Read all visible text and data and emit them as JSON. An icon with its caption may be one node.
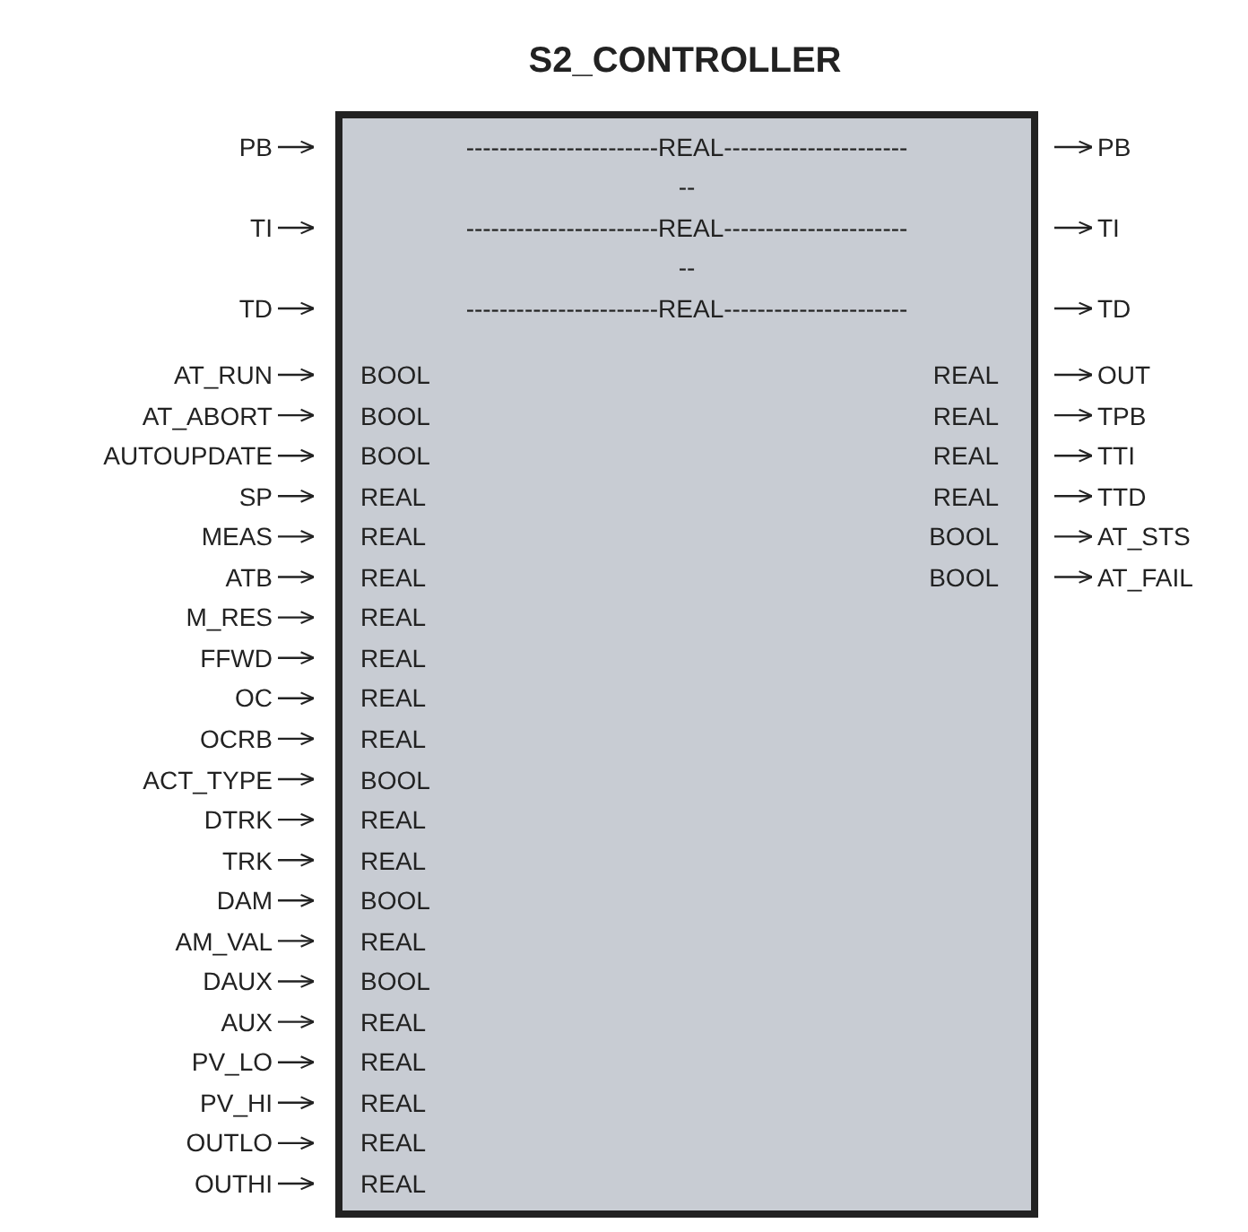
{
  "diagram": {
    "title": "S2_CONTROLLER",
    "nodes": [
      {
        "text": [
          "-----------------------REAL----------------------",
          "--",
          "-----------------------REAL----------------------",
          "--",
          "-----------------------REAL----------------------",
          "BOOL",
          "REAL",
          "BOOL",
          "REAL",
          "BOOL",
          "REAL",
          "REAL",
          "REAL",
          "REAL",
          "BOOL",
          "REAL",
          "BOOL",
          "REAL",
          "REAL",
          "REAL",
          "REAL",
          "BOOL",
          "REAL",
          "REAL",
          "BOOL",
          "REAL",
          "BOOL",
          "REAL",
          "REAL",
          "REAL",
          "REAL",
          "REAL"
        ]
      },
      {
        "text": [
          "PB"
        ]
      },
      {
        "text": [
          "TI"
        ]
      },
      {
        "text": [
          "TD"
        ]
      },
      {
        "text": [
          "AT_RUN"
        ]
      },
      {
        "text": [
          "AT_ABORT"
        ]
      },
      {
        "text": [
          "AUTOUPDATE"
        ]
      },
      {
        "text": [
          "SP"
        ]
      },
      {
        "text": [
          "MEAS"
        ]
      },
      {
        "text": [
          "ATB"
        ]
      },
      {
        "text": [
          "M_RES"
        ]
      },
      {
        "text": [
          "FFWD"
        ]
      },
      {
        "text": [
          "OC"
        ]
      },
      {
        "text": [
          "OCRB"
        ]
      },
      {
        "text": [
          "ACT_TYPE"
        ]
      },
      {
        "text": [
          "DTRK"
        ]
      },
      {
        "text": [
          "TRK"
        ]
      },
      {
        "text": [
          "DAM"
        ]
      },
      {
        "text": [
          "AM_VAL"
        ]
      },
      {
        "text": [
          "DAUX"
        ]
      },
      {
        "text": [
          "AUX"
        ]
      },
      {
        "text": [
          "PV_LO"
        ]
      },
      {
        "text": [
          "PV_HI"
        ]
      },
      {
        "text": [
          "OUTLO"
        ]
      },
      {
        "text": [
          "OUTHI"
        ]
      },
      {
        "text": [
          "PB"
        ]
      },
      {
        "text": [
          "TI"
        ]
      },
      {
        "text": [
          "TD"
        ]
      },
      {
        "text": [
          "OUT"
        ]
      },
      {
        "text": [
          "TPB"
        ]
      },
      {
        "text": [
          "TTI"
        ]
      },
      {
        "text": [
          "TTD"
        ]
      },
      {
        "text": [
          "AT_STS"
        ]
      },
      {
        "text": [
          "AT_FAIL"
        ]
      }
    ],
    "edges": [
      {
        "from": 1,
        "to": 0,
        "arrow": "to"
      },
      {
        "from": 2,
        "to": 0,
        "arrow": "to"
      },
      {
        "from": 3,
        "to": 0,
        "arrow": "to"
      },
      {
        "from": 4,
        "to": 0,
        "arrow": "to"
      },
      {
        "from": 5,
        "to": 0,
        "arrow": "to"
      },
      {
        "from": 6,
        "to": 0,
        "arrow": "to"
      },
      {
        "from": 7,
        "to": 0,
        "arrow": "to"
      },
      {
        "from": 8,
        "to": 0,
        "arrow": "to"
      },
      {
        "from": 9,
        "to": 0,
        "arrow": "to"
      },
      {
        "from": 10,
        "to": 0,
        "arrow": "to"
      },
      {
        "from": 11,
        "to": 0,
        "arrow": "to"
      },
      {
        "from": 12,
        "to": 0,
        "arrow": "to"
      },
      {
        "from": 13,
        "to": 0,
        "arrow": "to"
      },
      {
        "from": 14,
        "to": 0,
        "arrow": "to"
      },
      {
        "from": 15,
        "to": 0,
        "arrow": "to"
      },
      {
        "from": 16,
        "to": 0,
        "arrow": "to"
      },
      {
        "from": 17,
        "to": 0,
        "arrow": "to"
      },
      {
        "from": 18,
        "to": 0,
        "arrow": "to"
      },
      {
        "from": 19,
        "to": 0,
        "arrow": "to"
      },
      {
        "from": 20,
        "to": 0,
        "arrow": "to"
      },
      {
        "from": 21,
        "to": 0,
        "arrow": "to"
      },
      {
        "from": 22,
        "to": 0,
        "arrow": "to"
      },
      {
        "from": 23,
        "to": 0,
        "arrow": "to"
      },
      {
        "from": 24,
        "to": 0,
        "arrow": "to"
      },
      {
        "from": 0,
        "to": 25,
        "arrow": "to"
      },
      {
        "from": 0,
        "to": 26,
        "arrow": "to"
      },
      {
        "from": 0,
        "to": 27,
        "arrow": "to"
      },
      {
        "from": 0,
        "to": 28,
        "arrow": "to"
      },
      {
        "from": 0,
        "to": 29,
        "arrow": "to"
      },
      {
        "from": 0,
        "to": 30,
        "arrow": "to"
      },
      {
        "from": 0,
        "to": 31,
        "arrow": "to"
      },
      {
        "from": 0,
        "to": 32,
        "arrow": "to"
      },
      {
        "from": 0,
        "to": 33,
        "arrow": "to"
      }
    ]
  }
}
